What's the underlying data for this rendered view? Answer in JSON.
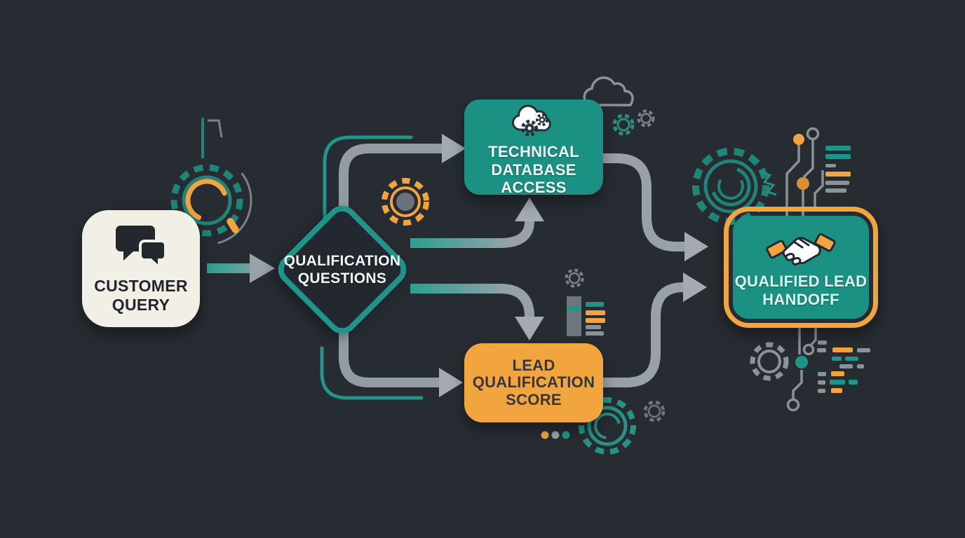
{
  "colors": {
    "background": "#272c32",
    "teal": "#1b9184",
    "teal_outline": "#1f9589",
    "orange": "#f2a43e",
    "cream": "#f2efe6",
    "arrow_gray": "#99a1a8",
    "dark_text": "#23282e",
    "light_text": "#ddf2ec"
  },
  "nodes": {
    "customer_query": {
      "lines": [
        "CUSTOMER",
        "QUERY"
      ],
      "icon": "chat-bubbles-icon",
      "shape": "rounded-square",
      "fill": "#f2efe6"
    },
    "qualification_questions": {
      "lines": [
        "QUALIFICATION",
        "QUESTIONS"
      ],
      "shape": "diamond",
      "outline": "#1f9589"
    },
    "technical_database_access": {
      "lines": [
        "TECHNICAL",
        "DATABASE ACCESS"
      ],
      "icon": "cloud-gears-icon",
      "shape": "rounded-rect",
      "fill": "#1b9184"
    },
    "lead_qualification_score": {
      "lines": [
        "LEAD",
        "QUALIFICATION",
        "SCORE"
      ],
      "shape": "rounded-rect",
      "fill": "#f2a43e"
    },
    "qualified_lead_handoff": {
      "lines": [
        "QUALIFIED LEAD",
        "HANDOFF"
      ],
      "icon": "handshake-icon",
      "shape": "double-border-rect",
      "fill": "#1b9184",
      "border": "#f2a43e"
    }
  },
  "connections": [
    {
      "from": "customer_query",
      "to": "qualification_questions",
      "route": "straight-right"
    },
    {
      "from": "qualification_questions",
      "to": "technical_database_access",
      "route": "up-then-right"
    },
    {
      "from": "qualification_questions",
      "to": "technical_database_access",
      "route": "right-then-up"
    },
    {
      "from": "qualification_questions",
      "to": "lead_qualification_score",
      "route": "right-then-down"
    },
    {
      "from": "qualification_questions",
      "to": "lead_qualification_score",
      "route": "down-then-right"
    },
    {
      "from": "technical_database_access",
      "to": "qualified_lead_handoff",
      "route": "right-down-right"
    },
    {
      "from": "lead_qualification_score",
      "to": "qualified_lead_handoff",
      "route": "right-up-right"
    }
  ],
  "progress_dots": {
    "colors": [
      "#f2a43e",
      "#9aa1a8",
      "#1f9589"
    ]
  },
  "decor_icons": [
    "gear-icon",
    "cloud-outline-icon",
    "circuit-trace",
    "data-bars-icon",
    "code-lines",
    "progress-dots"
  ]
}
